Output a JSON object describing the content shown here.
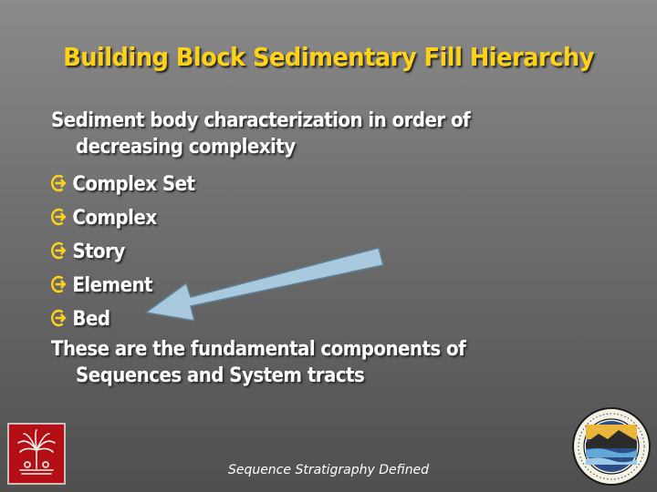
{
  "slide": {
    "title": "Building Block Sedimentary Fill Hierarchy",
    "intro_line1": "Sediment body characterization in order of",
    "intro_line2": "decreasing complexity",
    "bullets": [
      {
        "label": "Complex Set"
      },
      {
        "label": "Complex"
      },
      {
        "label": "Story"
      },
      {
        "label": "Element"
      },
      {
        "label": "Bed"
      }
    ],
    "closing_line1": "These are the fundamental components of",
    "closing_line2": "Sequences and System tracts",
    "footer": "Sequence Stratigraphy Defined"
  },
  "colors": {
    "title": "#ffd21a",
    "body_text": "#ffffff",
    "bullet_icon": "#ffd21a",
    "arrow_fill": "#a9c9de",
    "left_logo_bg": "#b40f15",
    "right_logo_ring": "#1a1a1a"
  },
  "icons": {
    "bullet": "circled-right-arrow-icon",
    "pointer_arrow": "arrow-pointing-to-bed-icon",
    "left_logo": "palmetto-tree-logo-icon",
    "right_logo": "geological-seal-icon"
  }
}
